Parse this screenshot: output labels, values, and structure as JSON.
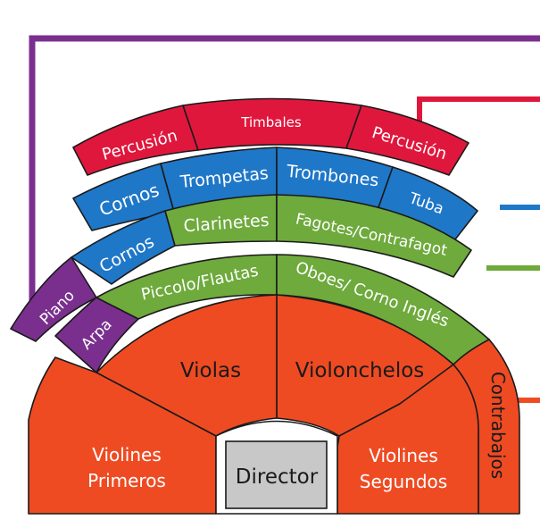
{
  "colors": {
    "strings": "#ee4b23",
    "woodwinds": "#6eaa3c",
    "brass": "#1f77c8",
    "percussion": "#e0173d",
    "keyboard": "#7a2f8e",
    "director_fill": "#c8c8c8",
    "text_light": "#ffffff",
    "text_dark": "#1a1a1a"
  },
  "labels": {
    "percusion_left": "Percusión",
    "timbales": "Timbales",
    "percusion_right": "Percusión",
    "cornos_back": "Cornos",
    "trompetas": "Trompetas",
    "trombones": "Trombones",
    "tuba": "Tuba",
    "cornos_mid": "Cornos",
    "clarinetes": "Clarinetes",
    "fagotes": "Fagotes/Contrafagot",
    "piano": "Piano",
    "arpa": "Arpa",
    "piccolo": "Piccolo/Flautas",
    "oboes": "Oboes/ Corno Inglés",
    "violas": "Violas",
    "violonchelos": "Violonchelos",
    "contrabajos": "Contrabajos",
    "violines_primeros_1": "Violines",
    "violines_primeros_2": "Primeros",
    "violines_segundos_1": "Violines",
    "violines_segundos_2": "Segundos",
    "director": "Director"
  }
}
